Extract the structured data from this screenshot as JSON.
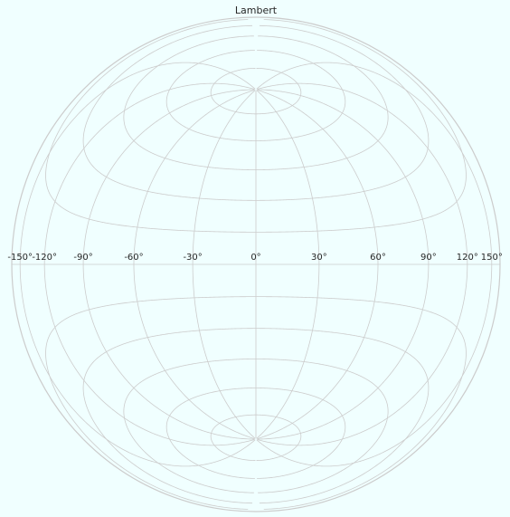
{
  "chart_data": {
    "type": "map-projection",
    "title": "Lambert",
    "projection": "lambert-azimuthal-equal-area",
    "longitude_ticks": [
      -150,
      -120,
      -90,
      -60,
      -30,
      0,
      30,
      60,
      90,
      120,
      150
    ],
    "longitude_tick_labels": [
      "-150°",
      "-120°",
      "-90°",
      "-60°",
      "-30°",
      "0°",
      "30°",
      "60°",
      "90°",
      "120°",
      "150°"
    ],
    "latitude_grid": [
      -75,
      -60,
      -45,
      -30,
      -15,
      0,
      15,
      30,
      45,
      60,
      75
    ],
    "grid": true,
    "background_color": "#f0ffff",
    "grid_color": "#cccccc"
  }
}
